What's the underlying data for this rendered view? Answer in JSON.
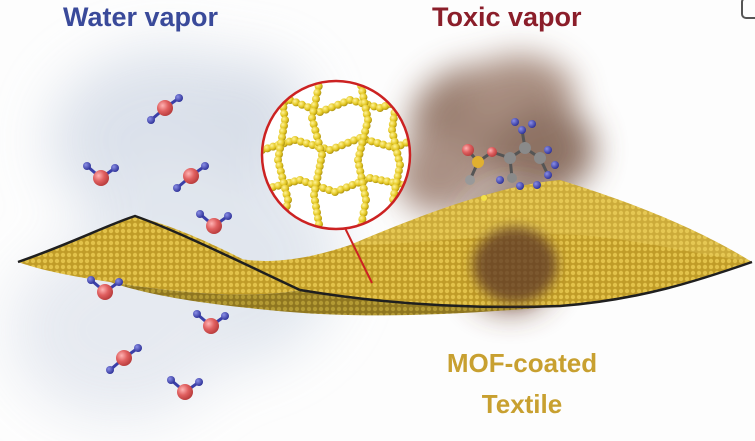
{
  "labels": {
    "water": "Water vapor",
    "toxic": "Toxic vapor",
    "mof_line1": "MOF-coated",
    "mof_line2": "Textile"
  },
  "colors": {
    "water_label": "#3a4a9a",
    "toxic_label": "#8b1e2a",
    "mof_label": "#c8a030",
    "textile_gold": "#c9a52c",
    "textile_edge": "#222222",
    "oxygen": "#e06060",
    "hydrogen": "#3b3fa8",
    "toxic_cloud": "#6e4a3a",
    "callout_ring": "#cc2222"
  },
  "icons": {
    "water_molecule": "water-molecule-icon",
    "toxic_molecule": "toxic-molecule-icon",
    "corner": "corner-icon"
  }
}
